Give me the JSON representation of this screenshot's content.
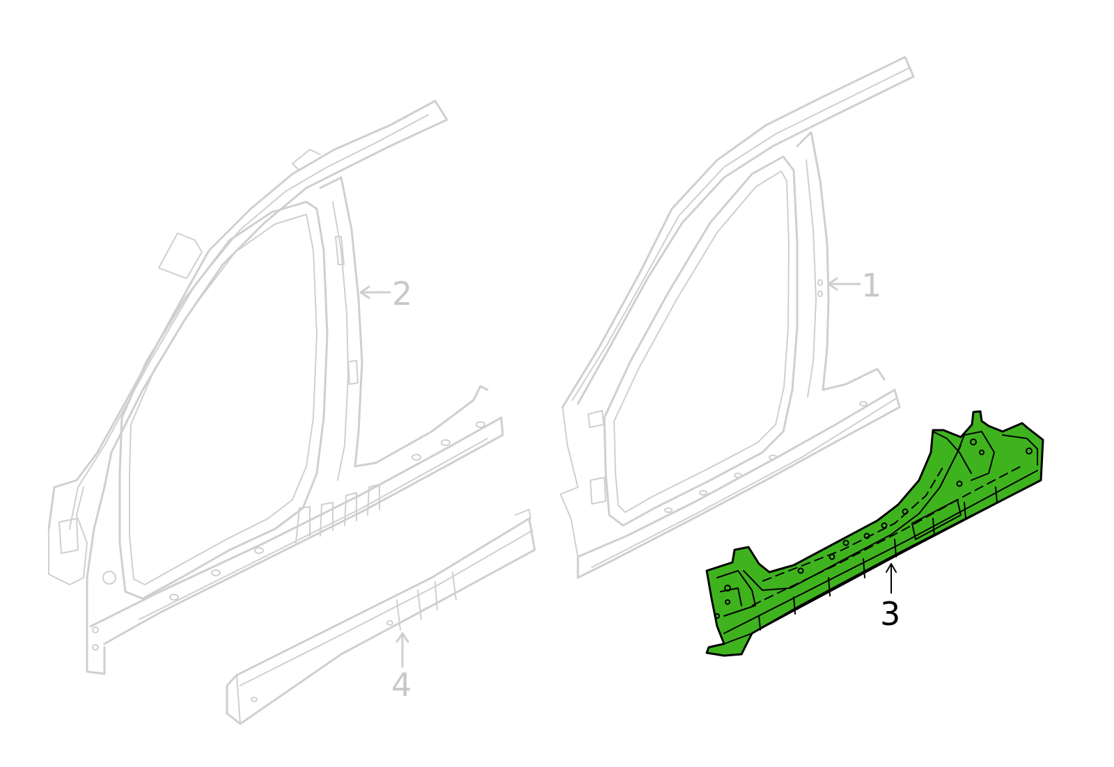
{
  "colors": {
    "highlight_fill": "#3fb31e",
    "highlight_stroke": "#000000",
    "ghost_stroke": "#cfcfcf",
    "ghost_label": "#c8c8c8",
    "active_label": "#000000",
    "background": "#ffffff"
  },
  "callouts": [
    {
      "id": "1",
      "label": "1",
      "active": false
    },
    {
      "id": "2",
      "label": "2",
      "active": false
    },
    {
      "id": "3",
      "label": "3",
      "active": true
    },
    {
      "id": "4",
      "label": "4",
      "active": false
    }
  ]
}
